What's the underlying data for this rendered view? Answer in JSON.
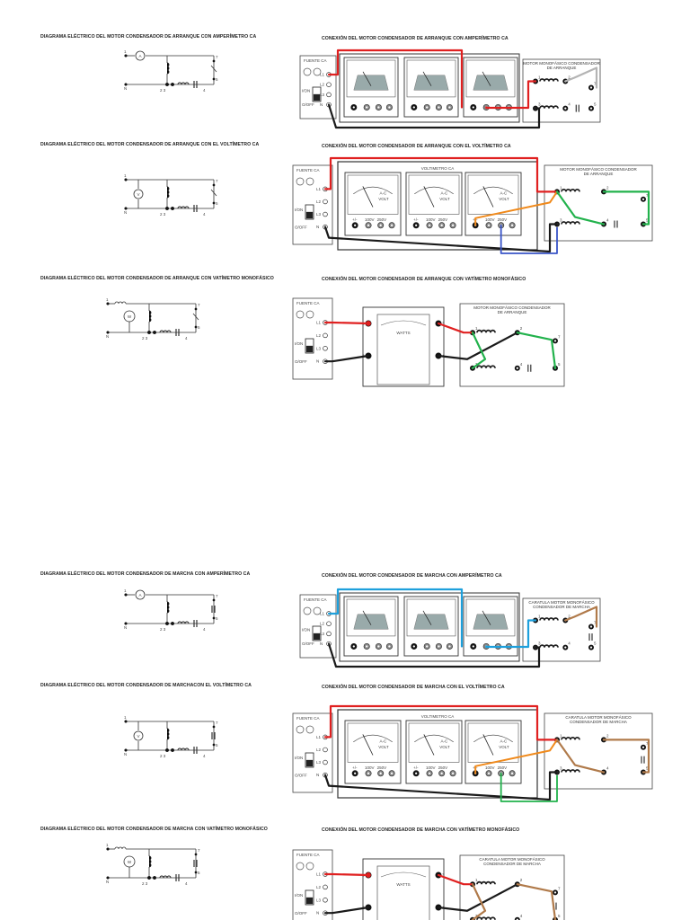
{
  "sections": [
    {
      "id": "s1",
      "diagram_title": "DIAGRAMA ELÉCTRICO DEL MOTOR CONDENSADOR DE ARRANQUE CON AMPERÍMETRO CA",
      "connection_title": "CONEXIÓN DEL MOTOR CONDENSADOR DE ARRANQUE CON AMPERÍMETRO CA",
      "meter_symbol": "A",
      "panel_title": "AMPERIMETRO CA",
      "supply_title": "FUENTE CA",
      "motor_title": "MOTOR MONOFÁSICO CONDENSADOR DE ARRANQUE"
    },
    {
      "id": "s2",
      "diagram_title": "DIAGRAMA ELÉCTRICO DEL MOTOR CONDENSADOR DE ARRANQUE CON EL VOLTÍMETRO CA",
      "connection_title": "CONEXIÓN DEL MOTOR CONDENSADOR DE ARRANQUE CON EL VOLTÍMETRO CA",
      "meter_symbol": "V",
      "panel_title": "VOLTIMETRO CA",
      "supply_title": "FUENTE CA",
      "motor_title": "MOTOR MONOFÁSICO CONDENSADOR DE ARRANQUE"
    },
    {
      "id": "s3",
      "diagram_title": "DIAGRAMA ELÉCTRICO DEL MOTOR CONDENSADOR DE ARRANQUE CON VATÍMETRO MONOFÁSICO",
      "connection_title": "CONEXIÓN DEL MOTOR CONDENSADOR DE ARRANQUE CON VATÍMETRO MONOFÁSICO",
      "meter_symbol": "W",
      "panel_title": "WATTS",
      "supply_title": "FUENTE CA",
      "motor_title": "MOTOR MONOFÁSICO CONDENSADOR DE ARRANQUE"
    },
    {
      "id": "s4",
      "diagram_title": "DIAGRAMA ELÉCTRICO DEL MOTOR CONDENSADOR DE MARCHA CON AMPERÍMETRO CA",
      "connection_title": "CONEXIÓN DEL MOTOR CONDENSADOR DE MARCHA CON AMPERÍMETRO CA",
      "meter_symbol": "A",
      "panel_title": "AMPERIMETRO CA",
      "supply_title": "FUENTE CA",
      "motor_title": "CARATULA MOTOR MONOFÁSICO CONDENSADOR DE MARCHA"
    },
    {
      "id": "s5",
      "diagram_title": "DIAGRAMA ELÉCTRICO DEL MOTOR CONDENSADOR DE MARCHACON EL VOLTÍMETRO CA",
      "connection_title": "CONEXIÓN DEL MOTOR CONDENSADOR DE MARCHA CON EL VOLTÍMETRO CA",
      "meter_symbol": "V",
      "panel_title": "VOLTIMETRO CA",
      "supply_title": "FUENTE CA",
      "motor_title": "CARATULA MOTOR MONOFÁSICO CONDENSADOR DE MARCHA"
    },
    {
      "id": "s6",
      "diagram_title": "DIAGRAMA ELÉCTRICO DEL MOTOR CONDENSADOR DE MARCHA CON VATÍMETRO MONOFÁSICO",
      "connection_title": "CONEXIÓN DEL MOTOR CONDENSADOR DE MARCHA CON VATÍMETRO MONOFÁSICO",
      "meter_symbol": "W",
      "panel_title": "WATTS",
      "supply_title": "FUENTE CA",
      "motor_title": "CARATULA MOTOR MONOFÁSICO CONDENSADOR DE MARCHA"
    }
  ],
  "supply_labels": {
    "on": "I/ON",
    "off": "O/OFF",
    "l1": "L1",
    "l2": "L2",
    "l3": "L3",
    "n": "N"
  },
  "meter_face": {
    "unit": "A-C VOLT",
    "range_1": "100V",
    "range_2": "250V",
    "common": "+/-"
  },
  "terminals": [
    "1",
    "2",
    "3",
    "4",
    "5",
    "6",
    "7"
  ],
  "wire_colors": {
    "red": "#e02020",
    "black": "#1a1a1a",
    "gray": "#b4b4b4",
    "green": "#22b24c",
    "orange": "#f08a1c",
    "blue": "#3a55c8",
    "cyan": "#1ea0dc",
    "brown": "#b07a4a"
  }
}
